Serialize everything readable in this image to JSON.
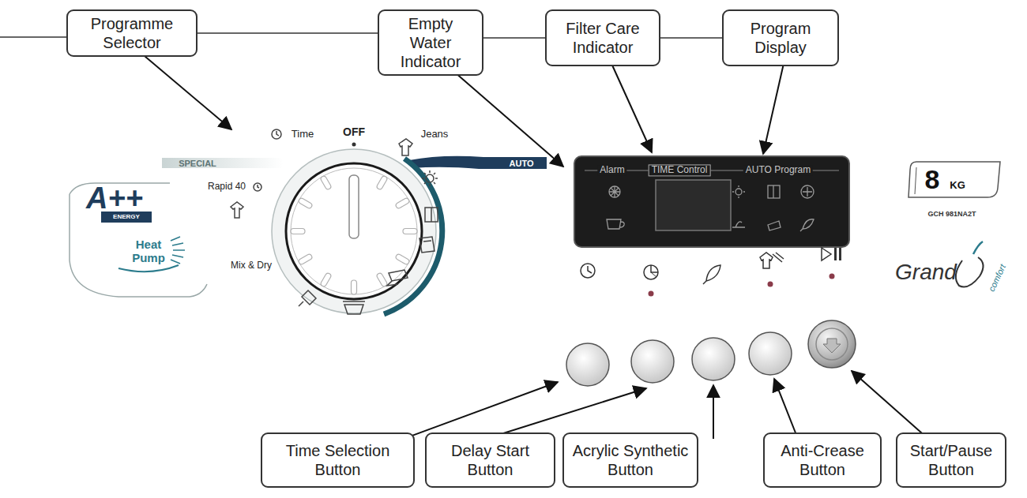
{
  "diagram": {
    "nodes": [
      {
        "text": [
          "Programme Selector"
        ]
      },
      {
        "text": [
          "Empty Water Indicator"
        ]
      },
      {
        "text": [
          "Filter Care Indicator"
        ]
      },
      {
        "text": [
          "Program Display"
        ]
      },
      {
        "text": [
          "Time Selection Button"
        ]
      },
      {
        "text": [
          "Delay Start Button"
        ]
      },
      {
        "text": [
          "Acrylic Synthetic Button"
        ]
      },
      {
        "text": [
          "Anti-Crease Button"
        ]
      },
      {
        "text": [
          "Start/Pause Button"
        ]
      }
    ],
    "edges": [
      {
        "from": 0,
        "to": 1,
        "arrow": "none"
      },
      {
        "from": 1,
        "to": 2,
        "arrow": "none"
      },
      {
        "from": 2,
        "to": 3,
        "arrow": "none"
      }
    ],
    "labels": [
      "Time",
      "OFF",
      "Jeans",
      "SPECIAL",
      "AUTO",
      "Rapid 40",
      "Mix & Dry",
      "A++",
      "ENERGY",
      "Heat Pump",
      "Alarm",
      "TIME Control",
      "AUTO Program",
      "8",
      "KG",
      "GCH 981NA2T",
      "Grand",
      "comfort"
    ]
  }
}
